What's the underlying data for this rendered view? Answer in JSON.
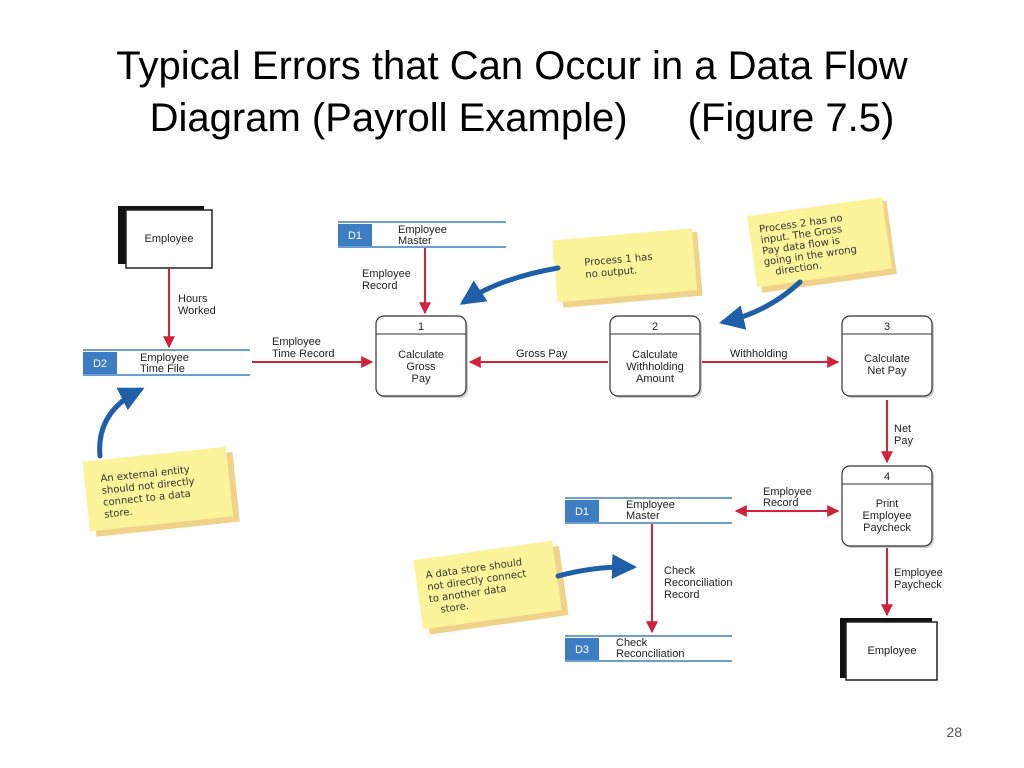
{
  "slide": {
    "title_line1": "Typical Errors that Can Occur in a Data Flow",
    "title_line2": "Diagram (Payroll Example)",
    "title_figure": "(Figure 7.5)",
    "page_number": "28"
  },
  "entities": {
    "employee_top": "Employee",
    "employee_bottom": "Employee"
  },
  "processes": [
    {
      "number": "1",
      "line1": "Calculate",
      "line2": "Gross",
      "line3": "Pay"
    },
    {
      "number": "2",
      "line1": "Calculate",
      "line2": "Withholding",
      "line3": "Amount"
    },
    {
      "number": "3",
      "line1": "Calculate",
      "line2": "Net Pay",
      "line3": ""
    },
    {
      "number": "4",
      "line1": "Print",
      "line2": "Employee",
      "line3": "Paycheck"
    }
  ],
  "data_stores": [
    {
      "id": "D1",
      "line1": "Employee",
      "line2": "Master"
    },
    {
      "id": "D2",
      "line1": "Employee",
      "line2": "Time File"
    },
    {
      "id": "D1",
      "line1": "Employee",
      "line2": "Master"
    },
    {
      "id": "D3",
      "line1": "Check",
      "line2": "Reconciliation"
    }
  ],
  "flows": {
    "hours_worked_1": "Hours",
    "hours_worked_2": "Worked",
    "employee_record_top_1": "Employee",
    "employee_record_top_2": "Record",
    "time_record_1": "Employee",
    "time_record_2": "Time Record",
    "gross_pay": "Gross Pay",
    "withholding": "Withholding",
    "net_pay_1": "Net",
    "net_pay_2": "Pay",
    "employee_record_mid_1": "Employee",
    "employee_record_mid_2": "Record",
    "check_recon_1": "Check",
    "check_recon_2": "Reconciliation",
    "check_recon_3": "Record",
    "paycheck_1": "Employee",
    "paycheck_2": "Paycheck"
  },
  "notes": {
    "process1": [
      "Process 1 has",
      "no output."
    ],
    "process2": [
      "Process 2 has no",
      "input. The Gross",
      "Pay data flow is",
      "going in the wrong",
      "direction."
    ],
    "external": [
      "An external entity",
      "should not directly",
      "connect to a data",
      "store."
    ],
    "datastore": [
      "A data store should",
      "not directly connect",
      "to another data",
      "store."
    ]
  },
  "colors": {
    "arrow_red": "#d0223c",
    "arrow_blue": "#1f5fa8",
    "note_yellow": "#fdf39b",
    "store_blue": "#3d7dc2"
  }
}
